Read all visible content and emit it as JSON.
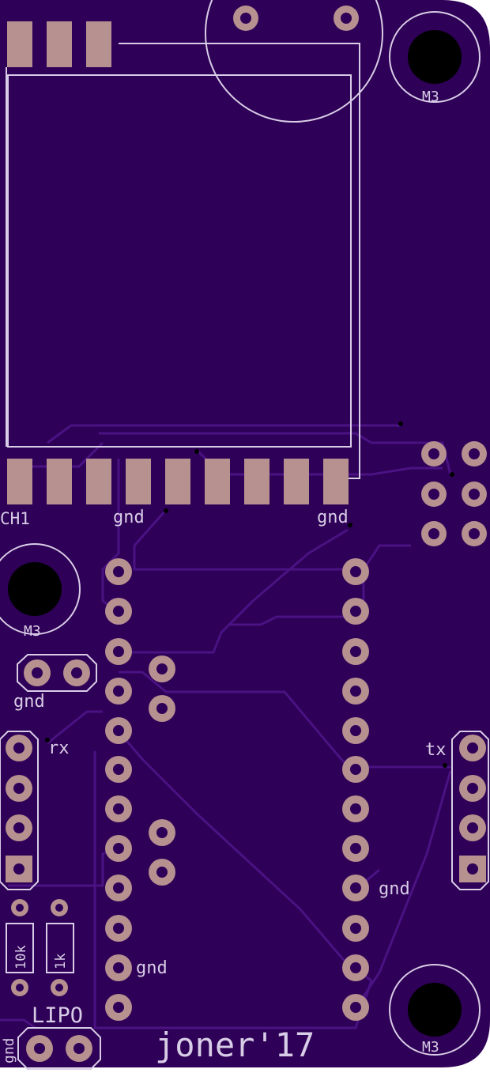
{
  "colors": {
    "board": "#2e0057",
    "trace": "#4a1282",
    "silk": "#d8cde6",
    "copper": "#b79090",
    "drill": "#000000",
    "outline": "#ffffff"
  },
  "labels": {
    "ch1": "CH1",
    "gnd_top_left": "gnd",
    "gnd_top_right": "gnd",
    "m3_top": "M3",
    "m3_left": "M3",
    "m3_bottom": "M3",
    "gnd_left_jumper": "gnd",
    "rx": "rx",
    "tx": "tx",
    "gnd_right_header": "gnd",
    "gnd_left_header": "gnd",
    "r1_value": "10k",
    "r2_value": "1k",
    "lipo": "LIPO",
    "gnd_lipo": "gnd",
    "signature": "joner'17"
  }
}
